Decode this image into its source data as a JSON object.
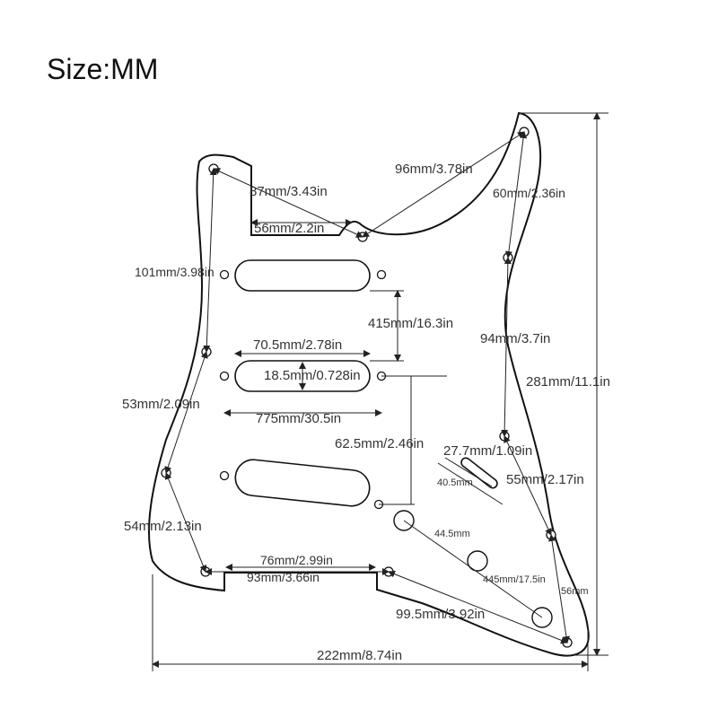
{
  "title": "Size:MM",
  "dimensions": {
    "d96": "96mm/3.78in",
    "d87": "87mm/3.43in",
    "d60": "60mm/2.36in",
    "d56": "56mm/2.2in",
    "d101": "101mm/3.98in",
    "d415": "415mm/16.3in",
    "d94": "94mm/3.7in",
    "d705": "70.5mm/2.78in",
    "d185": "18.5mm/0.728in",
    "d281": "281mm/11.1in",
    "d53": "53mm/2.09in",
    "d775": "775mm/30.5in",
    "d625": "62.5mm/2.46in",
    "d27": "27.7mm/1.09in",
    "d405": "40.5mm",
    "d55": "55mm/2.17in",
    "d54": "54mm/2.13in",
    "d445a": "44.5mm",
    "d76": "76mm/2.99in",
    "d93": "93mm/3.66in",
    "d445b": "445mm/17.5in",
    "d56s": "56mm",
    "d995": "99.5mm/3.92in",
    "d222": "222mm/8.74in"
  }
}
